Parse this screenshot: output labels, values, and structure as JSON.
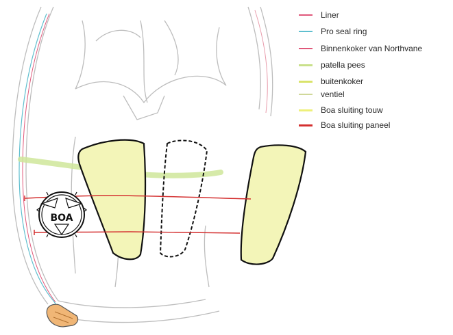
{
  "legend": {
    "items": [
      {
        "label": "Liner",
        "color": "#e0577a"
      },
      {
        "label": "Pro seal ring",
        "color": "#5fbfcf"
      },
      {
        "label": "Binnenkoker van Northvane",
        "color": "#e0577a"
      },
      {
        "label": "patella pees",
        "color": "#c9e08a"
      },
      {
        "label": "buitenkoker",
        "color": "#d9e36a"
      },
      {
        "label": "ventiel",
        "color": "#d0d89a"
      },
      {
        "label": "Boa sluiting touw",
        "color": "#eef07a"
      },
      {
        "label": "Boa sluiting paneel",
        "color": "#d43030"
      }
    ]
  },
  "sketch": {
    "boa_label": "BOA",
    "colors": {
      "outline": "#b8b8b8",
      "liner": "#e0577a",
      "seal": "#5fbfcf",
      "patella": "#cfe69a",
      "pad_fill": "#f3f5b8",
      "rope": "#d43030",
      "valve": "#f0b676"
    }
  }
}
